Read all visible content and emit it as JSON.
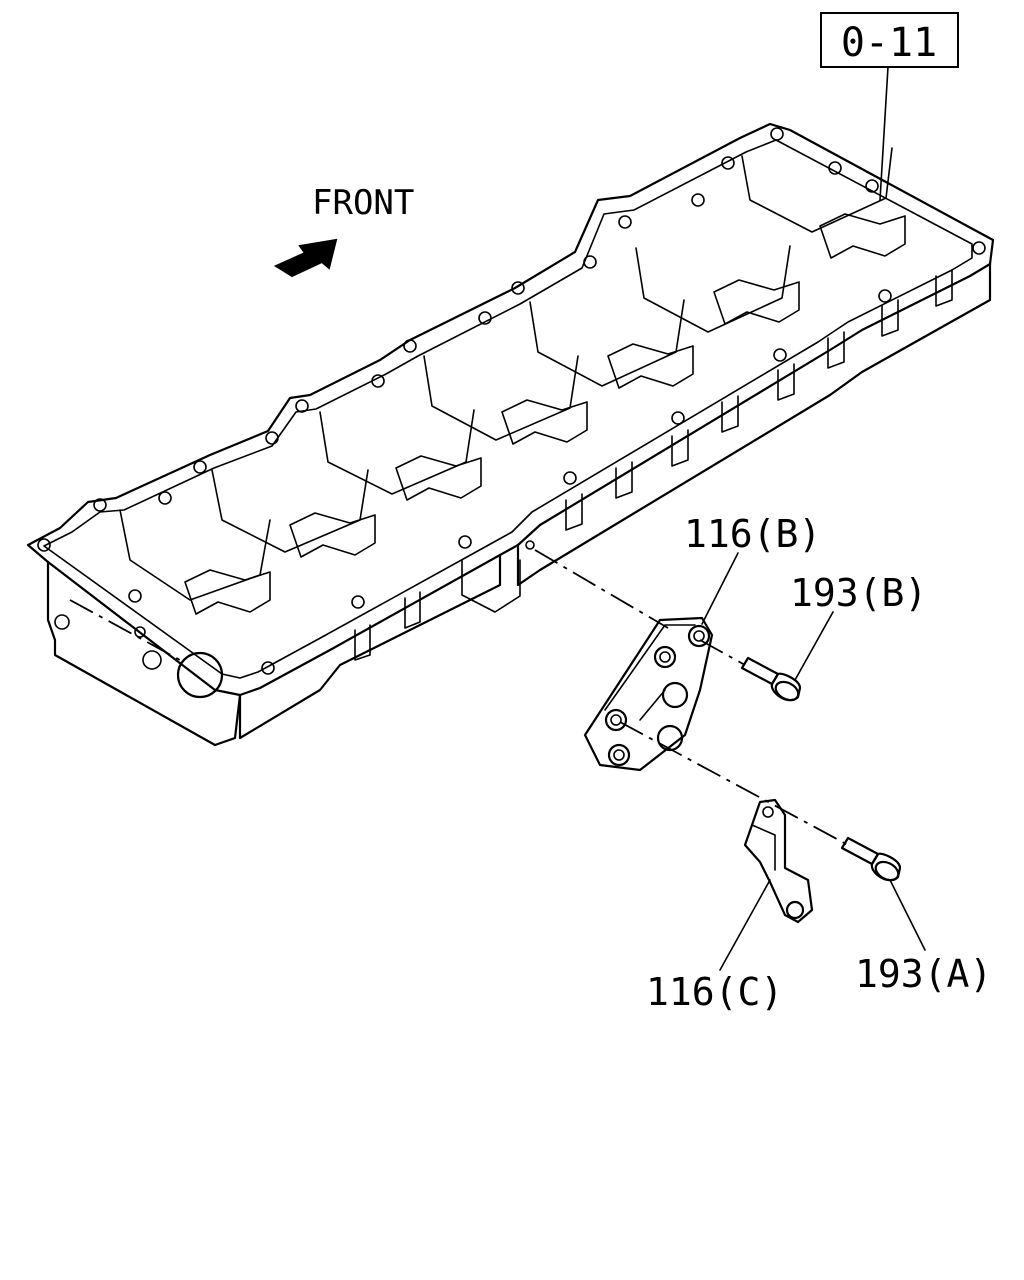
{
  "reference": {
    "code": "0-11"
  },
  "orientation": {
    "text": "FRONT"
  },
  "callouts": [
    {
      "id": "116B",
      "text": "116(B)"
    },
    {
      "id": "193B",
      "text": "193(B)"
    },
    {
      "id": "116C",
      "text": "116(C)"
    },
    {
      "id": "193A",
      "text": "193(A)"
    }
  ],
  "colors": {
    "ink": "#000000",
    "paper": "#ffffff"
  }
}
